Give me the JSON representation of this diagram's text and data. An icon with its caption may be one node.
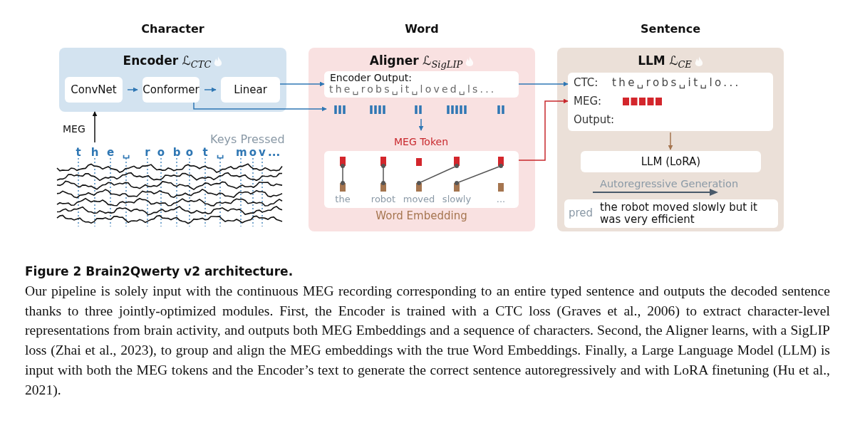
{
  "diagram": {
    "title": "Figure 2 Brain2Qwerty v2 architecture.",
    "caption": "Our pipeline is solely input with the continuous MEG recording corresponding to an entire typed sentence and outputs the decoded sentence thanks to three jointly-optimized modules. First, the Encoder is trained with a CTC loss (Graves et al., 2006) to extract character-level representations from brain activity, and outputs both MEG Embeddings and a sequence of characters. Second, the Aligner learns, with a SigLIP loss (Zhai et al., 2023), to group and align the MEG embeddings with the true Word Embeddings. Finally, a Large Language Model (LLM) is input with both the MEG tokens and the Encoder’s text to generate the correct sentence autoregressively and with LoRA finetuning (Hu et al., 2021).",
    "nodes": [
      {
        "text": [
          "**Encoder** ℒ$_{CTC}$"
        ],
        "beside": [
          "Character"
        ]
      },
      {
        "text": [
          "ConvNet"
        ],
        "in": 0
      },
      {
        "text": [
          "Conformer"
        ],
        "in": 0
      },
      {
        "text": [
          "Linear"
        ],
        "in": 0
      },
      {
        "text": [],
        "shape": "picture",
        "beside": [
          "Keys Pressed",
          "t",
          "h",
          "e",
          "␣",
          "r",
          "o",
          "b",
          "o",
          "t",
          "␣",
          "m",
          "o",
          "v",
          "..."
        ]
      },
      {
        "text": [
          "**Aligner** ℒ$_{SigLIP}$"
        ],
        "beside": [
          "Word"
        ]
      },
      {
        "text": [
          "Encoder Output:",
          "the␣robs␣it␣loved␣ls..."
        ],
        "in": 5
      },
      {
        "text": [],
        "shape": "bar",
        "in": 5
      },
      {
        "text": [
          "MEG Token"
        ],
        "in": 5
      },
      {
        "text": [
          "the",
          "robot",
          "moved",
          "slowly",
          "..."
        ],
        "in": 5,
        "beside": [
          "Word Embedding"
        ]
      },
      {
        "text": [
          "**LLM** ℒ$_{CE}$"
        ],
        "beside": [
          "Sentence"
        ]
      },
      {
        "text": [
          "CTC:",
          "the␣robs␣it␣lo...",
          "MEG:",
          "Output:"
        ],
        "in": 10
      },
      {
        "text": [
          "LLM (LoRA)"
        ],
        "in": 10
      },
      {
        "text": [
          "pred",
          "the robot moved slowly but it was very efficient"
        ],
        "in": 10
      }
    ],
    "edges": [
      {
        "from": 1,
        "to": 2,
        "arrow": "to"
      },
      {
        "from": 2,
        "to": 3,
        "arrow": "to"
      },
      {
        "from": 3,
        "to": 6,
        "arrow": "to"
      },
      {
        "from": 2,
        "to": 7,
        "arrow": "to"
      },
      {
        "from": 4,
        "to": 0,
        "arrow": "to",
        "label": "MEG",
        "color": "#111111"
      },
      {
        "from": 7,
        "to": 8,
        "arrow": "to"
      },
      {
        "from": 6,
        "to": 11,
        "arrow": "to"
      },
      {
        "from": 9,
        "to": 11,
        "arrow": "to",
        "color": "#c8282d"
      },
      {
        "from": 11,
        "to": 12,
        "arrow": "to",
        "color": "#a5754f"
      }
    ],
    "labels": [
      "Autoregressive Generation"
    ]
  }
}
